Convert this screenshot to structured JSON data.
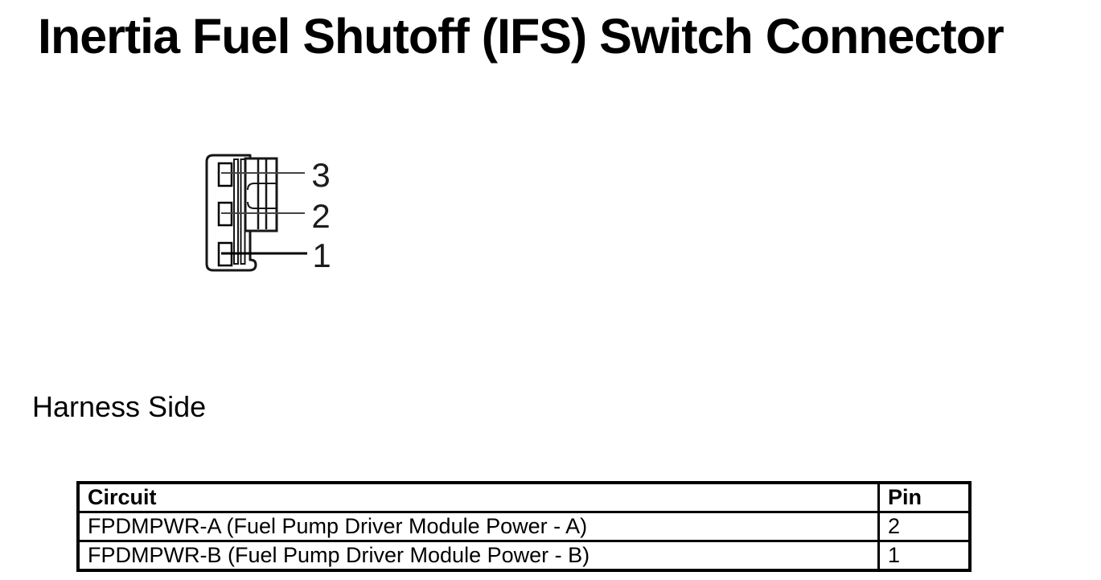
{
  "page": {
    "title": "Inertia Fuel Shutoff (IFS) Switch Connector",
    "section_label": "Harness Side"
  },
  "diagram": {
    "description": "3-pin IFS switch connector, harness side view",
    "pins": [
      {
        "label": "3"
      },
      {
        "label": "2"
      },
      {
        "label": "1"
      }
    ]
  },
  "table": {
    "columns": [
      "Circuit",
      "Pin"
    ],
    "rows": [
      {
        "circuit": "FPDMPWR-A (Fuel Pump Driver Module Power - A)",
        "pin": "2"
      },
      {
        "circuit": "FPDMPWR-B (Fuel Pump Driver Module Power - B)",
        "pin": "1"
      }
    ]
  },
  "colors": {
    "ink": "#000000",
    "line_gray": "#444444",
    "background": "#ffffff"
  }
}
